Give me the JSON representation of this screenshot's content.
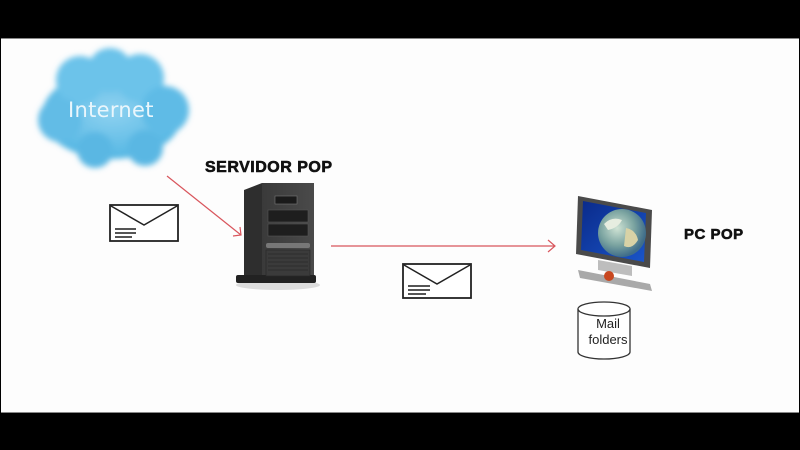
{
  "diagram": {
    "cloud": {
      "label": "Internet",
      "color": "#6cc3ea"
    },
    "server": {
      "label": "SERVIDOR POP"
    },
    "pc": {
      "label": "PC POP"
    },
    "storage": {
      "line1": "Mail",
      "line2": "folders"
    },
    "arrow_color": "#d9565d",
    "icons": [
      "cloud-icon",
      "envelope-icon",
      "server-tower-icon",
      "envelope-icon",
      "monitor-globe-icon",
      "database-cylinder-icon"
    ]
  }
}
